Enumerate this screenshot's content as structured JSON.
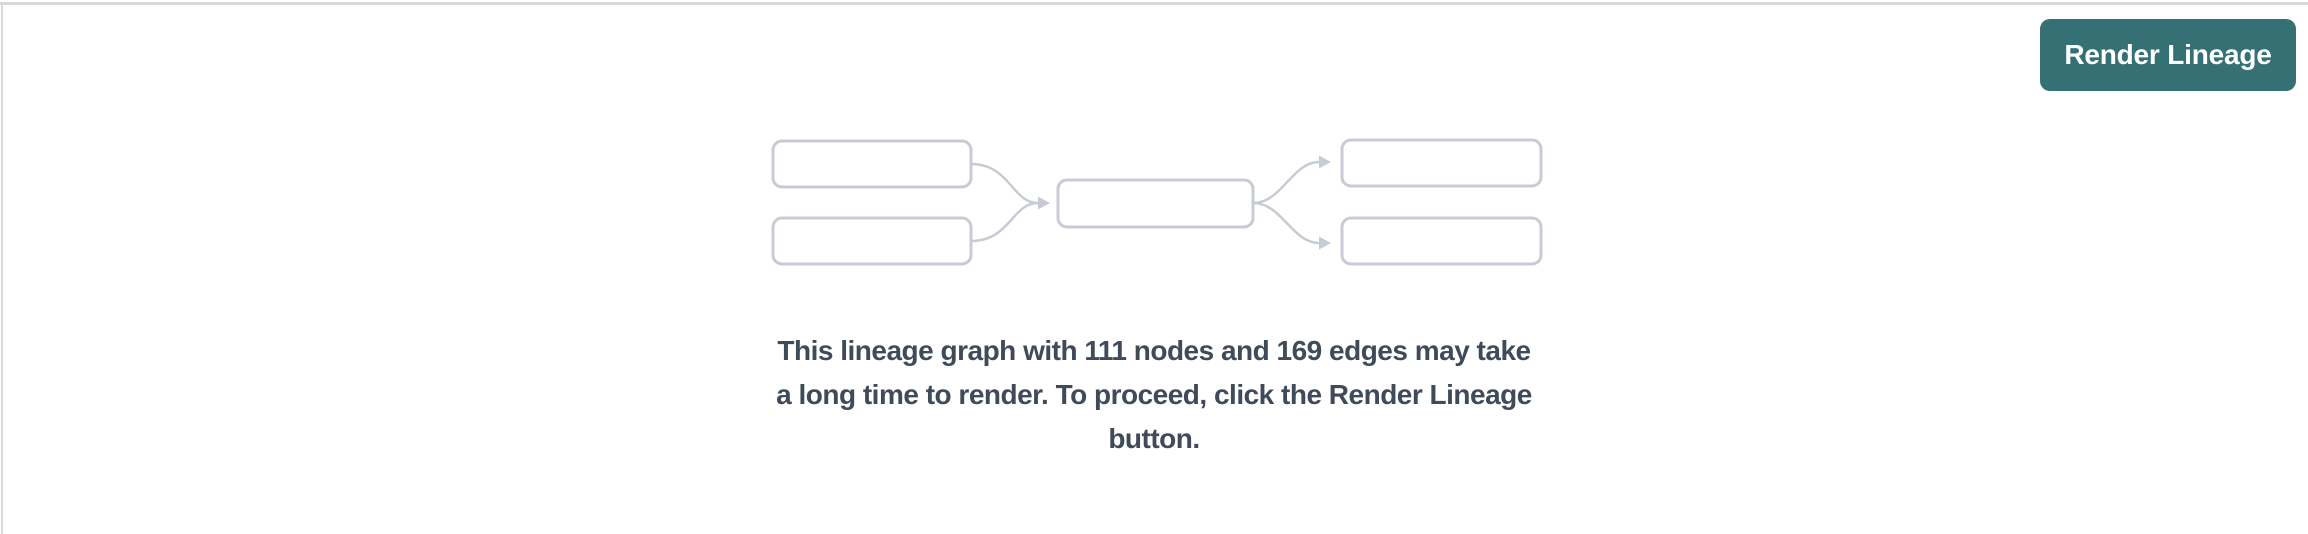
{
  "header": {
    "render_button": {
      "label": "Render Lineage"
    }
  },
  "lineage_notice": {
    "node_count": 111,
    "edge_count": 169,
    "lines": [
      "This lineage graph with 111 nodes and 169 edges may take",
      "a long time to render. To proceed, click the Render Lineage",
      "button."
    ]
  },
  "colors": {
    "page_bg": "#ffffff",
    "border": "#d8d9dc",
    "button_bg": "#357074",
    "button_text": "#ffffff",
    "graph_stroke": "#c7ccd4",
    "message_text": "#404b59"
  }
}
